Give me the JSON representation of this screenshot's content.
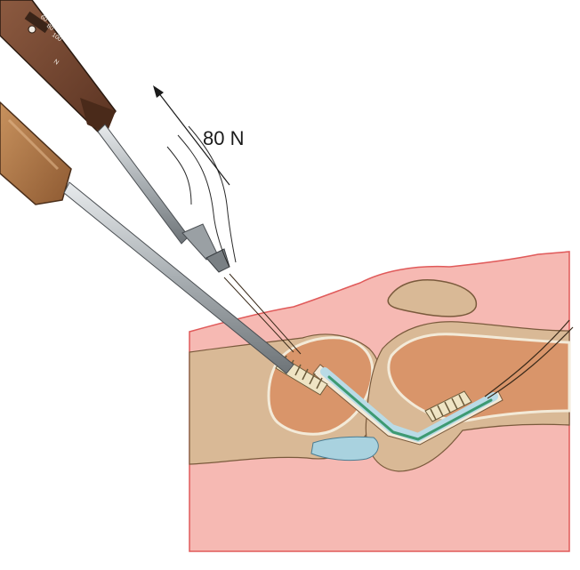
{
  "figure": {
    "force_label": "80 N",
    "tensiometer_marks": [
      "60",
      "80",
      "100",
      "N"
    ]
  },
  "colors": {
    "skin": "#f6b9b3",
    "skin_outline": "#e05a5a",
    "bone": "#d9b996",
    "bone_inner": "#d9956a",
    "tunnel_wall": "#f3ead8",
    "graft_blue": "#b9dbe6",
    "graft_green": "#3d9a72",
    "meniscus": "#a9d2df",
    "handle_brown": "#7a4a34",
    "handle_tan": "#b07a4a",
    "metal": "#9aa0a4"
  }
}
